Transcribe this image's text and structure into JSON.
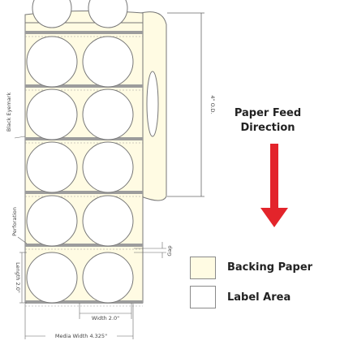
{
  "labels": {
    "od": "4\" O.D.",
    "eyemark": "Black Eyemark",
    "perforation": "Perforation",
    "gap": "Gap",
    "length": "Length 2.0\"",
    "width": "Width 2.0\"",
    "media_width": "Media Width 4.325\""
  },
  "feed_direction": {
    "line1": "Paper Feed",
    "line2": "Direction",
    "arrow_color": "#e3242b"
  },
  "legend": [
    {
      "label": "Backing Paper",
      "color": "#fffbe3"
    },
    {
      "label": "Label Area",
      "color": "#ffffff"
    }
  ],
  "colors": {
    "backing": "#fffbe3",
    "eyemark_bar": "#9c9c9c",
    "outline": "#777777"
  }
}
